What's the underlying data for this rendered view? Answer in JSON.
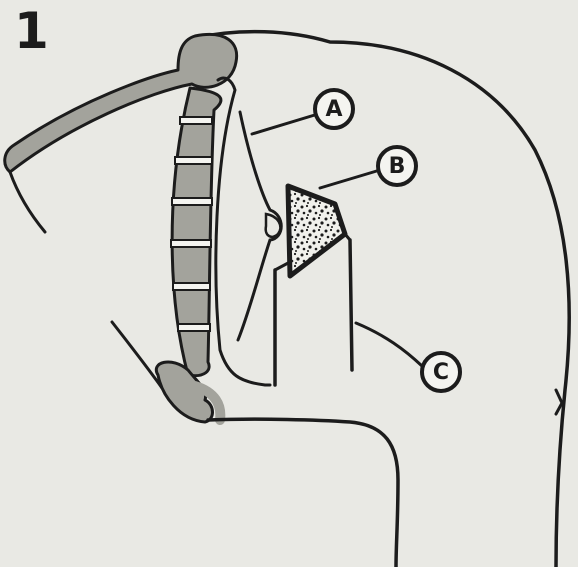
{
  "figure": {
    "panel_number": "1",
    "labels": {
      "a": "A",
      "b": "B",
      "c": "C"
    }
  },
  "colors": {
    "outline": "#1c1c1c",
    "shaded_structure": "#a3a39c",
    "background": "#e9e9e4",
    "callout_fill": "#f4f4f0"
  }
}
